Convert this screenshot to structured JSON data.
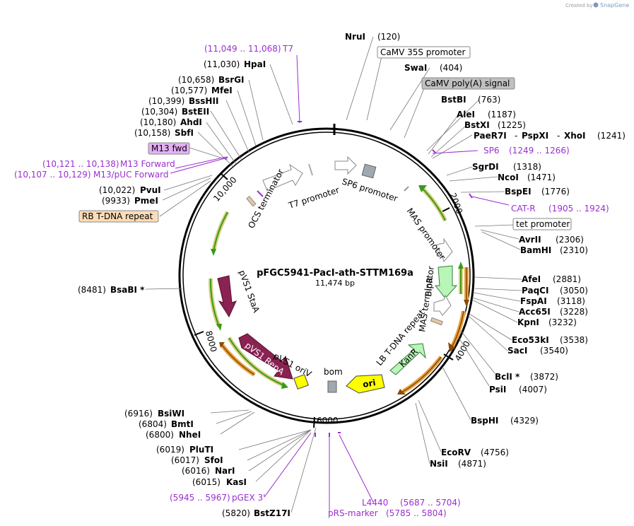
{
  "brand": {
    "created_by": "Created by",
    "app": "SnapGene"
  },
  "plasmid": {
    "name": "pFGC5941-PacI-ath-STTM169a",
    "size": "11,474 bp"
  },
  "ticks": [
    "2000",
    "4000",
    "6000",
    "8000",
    "10,000"
  ],
  "sites": [
    {
      "name": "NruI",
      "pos": "(120)"
    },
    {
      "name": "SwaI",
      "pos": "(404)"
    },
    {
      "name": "BstBI",
      "pos": "(763)"
    },
    {
      "name": "AleI",
      "pos": "(1187)"
    },
    {
      "name": "BstXI",
      "pos": "(1225)"
    },
    {
      "name": "PaeR7I",
      "pos": ""
    },
    {
      "name": "PspXI",
      "pos": ""
    },
    {
      "name": "XhoI",
      "pos": "(1241)"
    },
    {
      "name": "SgrDI",
      "pos": "(1318)"
    },
    {
      "name": "NcoI",
      "pos": "(1471)"
    },
    {
      "name": "BspEI",
      "pos": "(1776)"
    },
    {
      "name": "AvrII",
      "pos": "(2306)"
    },
    {
      "name": "BamHI",
      "pos": "(2310)"
    },
    {
      "name": "AfeI",
      "pos": "(2881)"
    },
    {
      "name": "PaqCI",
      "pos": "(3050)"
    },
    {
      "name": "FspAI",
      "pos": "(3118)"
    },
    {
      "name": "Acc65I",
      "pos": "(3228)"
    },
    {
      "name": "KpnI",
      "pos": "(3232)"
    },
    {
      "name": "Eco53kI",
      "pos": "(3538)"
    },
    {
      "name": "SacI",
      "pos": "(3540)"
    },
    {
      "name": "BclI *",
      "pos": "(3872)"
    },
    {
      "name": "PsiI",
      "pos": "(4007)"
    },
    {
      "name": "BspHI",
      "pos": "(4329)"
    },
    {
      "name": "EcoRV",
      "pos": "(4756)"
    },
    {
      "name": "NsiI",
      "pos": "(4871)"
    },
    {
      "name": "BstZ17I",
      "pos": "(5820)"
    },
    {
      "name": "KasI",
      "pos": "(6015)"
    },
    {
      "name": "NarI",
      "pos": "(6016)"
    },
    {
      "name": "SfoI",
      "pos": "(6017)"
    },
    {
      "name": "PluTI",
      "pos": "(6019)"
    },
    {
      "name": "NheI",
      "pos": "(6800)"
    },
    {
      "name": "BmtI",
      "pos": "(6804)"
    },
    {
      "name": "BsiWI",
      "pos": "(6916)"
    },
    {
      "name": "BsaBI *",
      "pos": "(8481)"
    },
    {
      "name": "PmeI",
      "pos": "(9933)"
    },
    {
      "name": "PvuI",
      "pos": "(10,022)"
    },
    {
      "name": "SbfI",
      "pos": "(10,158)"
    },
    {
      "name": "AhdI",
      "pos": "(10,180)"
    },
    {
      "name": "BstEII",
      "pos": "(10,304)"
    },
    {
      "name": "BssHII",
      "pos": "(10,399)"
    },
    {
      "name": "MfeI",
      "pos": "(10,577)"
    },
    {
      "name": "BsrGI",
      "pos": "(10,658)"
    },
    {
      "name": "HpaI",
      "pos": "(11,030)"
    }
  ],
  "primers": [
    {
      "name": "T7",
      "range": "(11,049 .. 11,068)"
    },
    {
      "name": "SP6",
      "range": "(1249 .. 1266)"
    },
    {
      "name": "CAT-R",
      "range": "(1905 .. 1924)"
    },
    {
      "name": "M13 Forward",
      "range": "(10,121 .. 10,138)"
    },
    {
      "name": "M13/pUC Forward",
      "range": "(10,107 .. 10,129)"
    },
    {
      "name": "pGEX 3'",
      "range": "(5945 .. 5967)"
    },
    {
      "name": "L4440",
      "range": "(5687 .. 5704)"
    },
    {
      "name": "pRS-marker",
      "range": "(5785 .. 5804)"
    }
  ],
  "boxed": {
    "camv35s": "CaMV 35S promoter",
    "polya": "CaMV poly(A) signal",
    "tet": "tet promoter",
    "m13fwd": "M13 fwd",
    "rb": "RB T-DNA repeat"
  },
  "features": {
    "sp6_promoter": "SP6 promoter",
    "t7_promoter": "T7 promoter",
    "ocs": "OCS terminator",
    "mas_promoter": "MAS promoter",
    "blpr": "BlpR",
    "mas_terminator": "MAS terminator",
    "lb": "LB T-DNA repeat",
    "kanr": "KanR",
    "ori": "ori",
    "bom": "bom",
    "pvs1_oriv": "pVS1 oriV",
    "pvs1_repa": "pVS1 RepA",
    "pvs1_staa": "pVS1 StaA"
  },
  "colors": {
    "primer": "#9b2fcf",
    "orf": "#8a2252",
    "ori": "#ffff00",
    "kanr": "#b8f5b8",
    "green_arc": "#3a9a1a",
    "orange_arc": "#e8a040",
    "rb_box": "#fcdcb8",
    "m13_box": "#e4b0f4"
  }
}
